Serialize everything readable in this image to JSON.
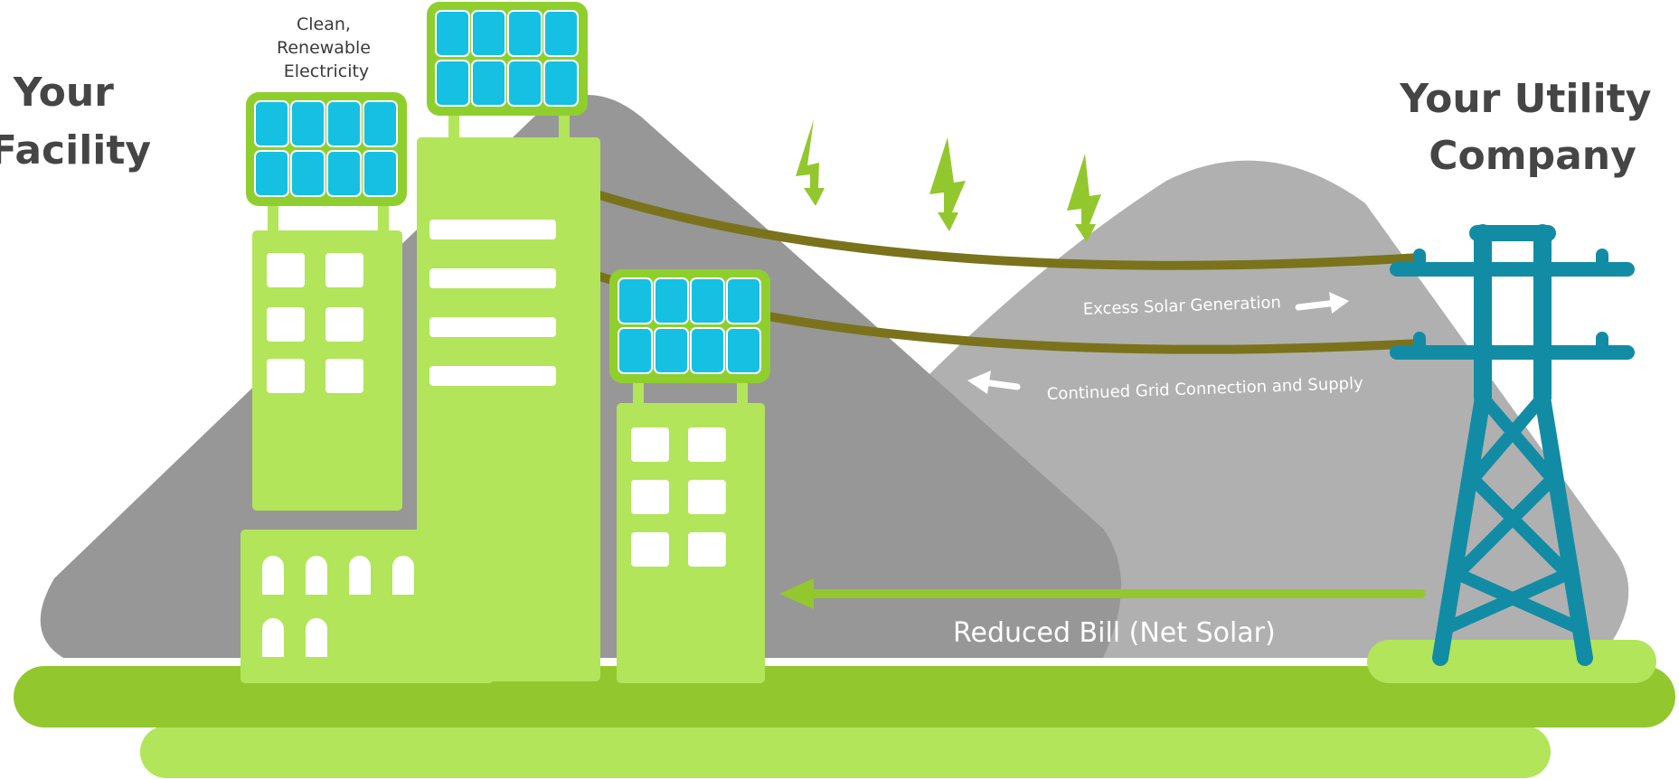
{
  "facility": {
    "line1": "Your",
    "line2": "Facility"
  },
  "utility": {
    "line1": "Your Utility",
    "line2": "Company"
  },
  "solar_caption": {
    "line1": "Clean,",
    "line2": "Renewable",
    "line3": "Electricity"
  },
  "flows": {
    "excess": "Excess Solar Generation",
    "grid": "Continued Grid Connection and Supply",
    "bill": "Reduced Bill (Net Solar)"
  },
  "colors": {
    "building": "#b2e55a",
    "ground": "#93c72e",
    "panel_cell": "#15c0e3",
    "panel_frame": "#8fcf2d",
    "power_line": "#7a731c",
    "tower": "#128ca5",
    "mountain_dark": "#979797",
    "mountain_light": "#b0b0b0",
    "text": "#454545"
  }
}
